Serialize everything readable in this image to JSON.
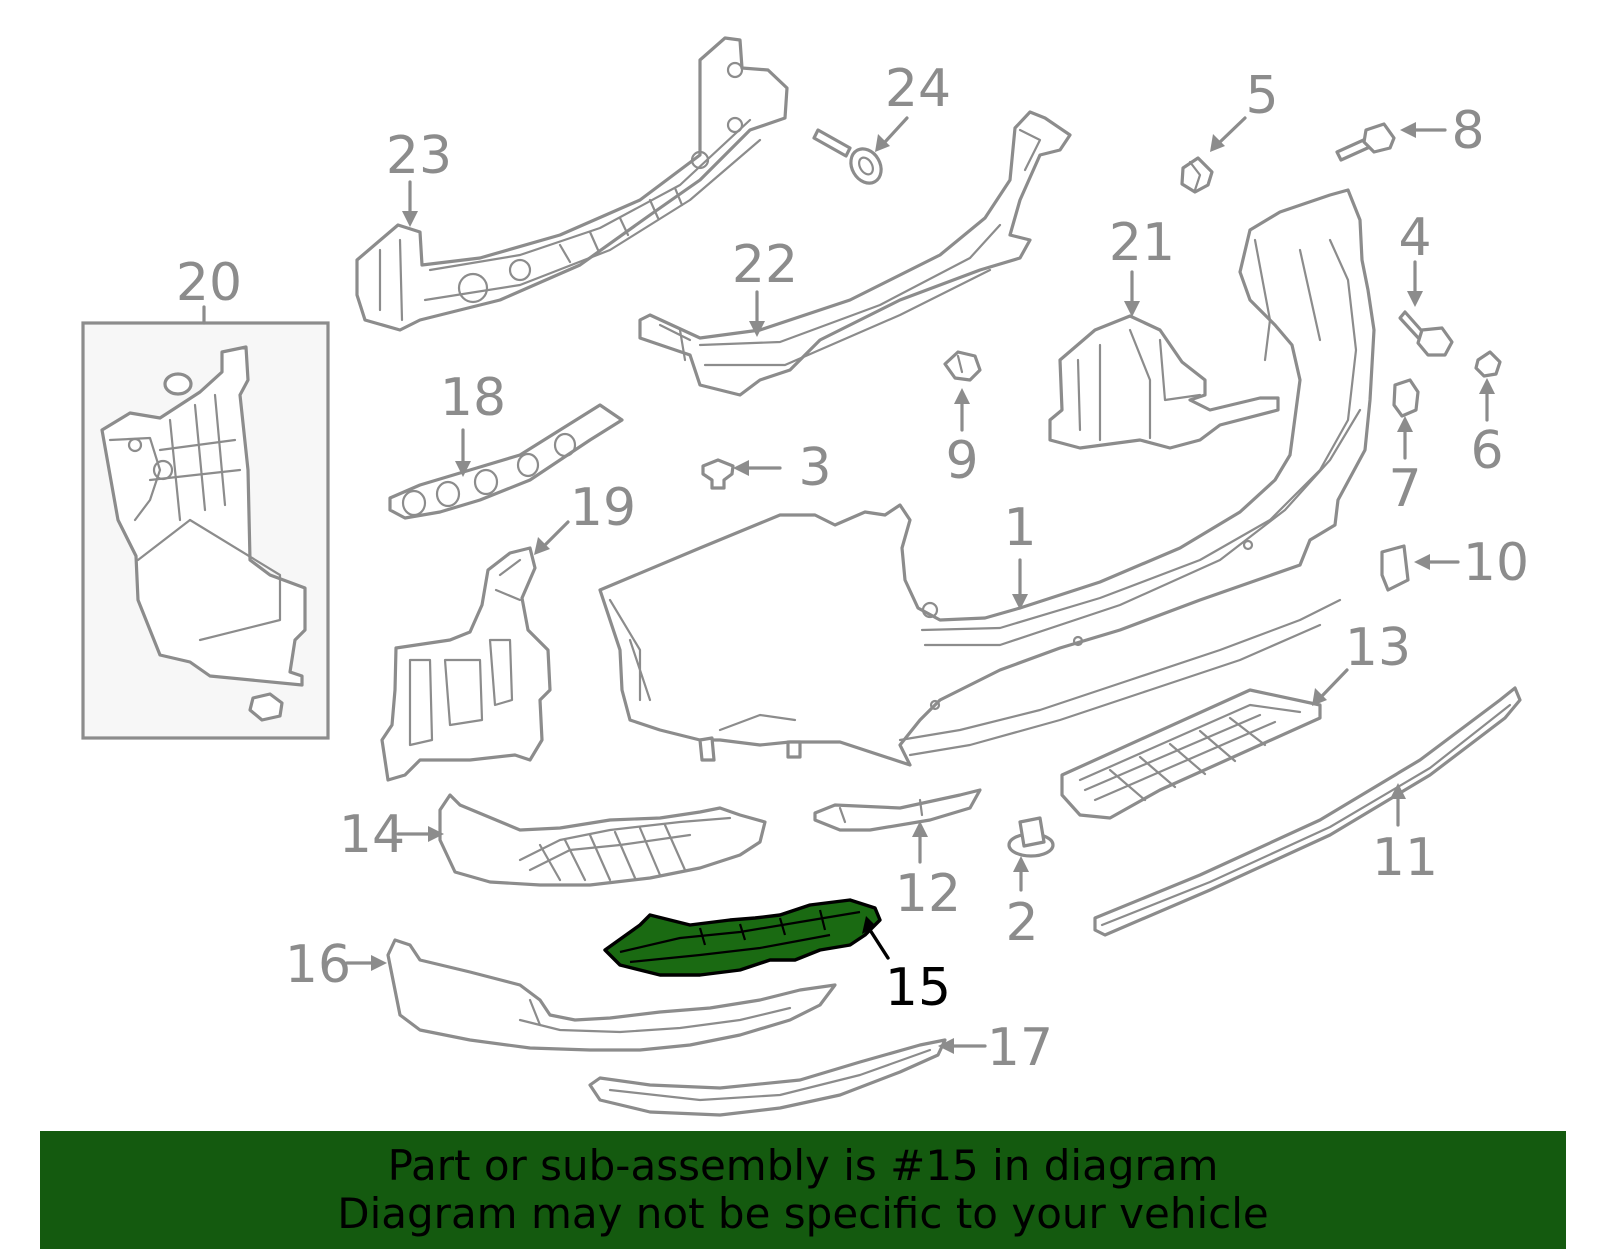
{
  "diagram": {
    "highlighted_part": "15",
    "highlight_color": "#1a6a12",
    "line_color": "#8c8c8c",
    "callouts": [
      {
        "id": "c1",
        "label": "1"
      },
      {
        "id": "c2",
        "label": "2"
      },
      {
        "id": "c3",
        "label": "3"
      },
      {
        "id": "c4",
        "label": "4"
      },
      {
        "id": "c5",
        "label": "5"
      },
      {
        "id": "c6",
        "label": "6"
      },
      {
        "id": "c7",
        "label": "7"
      },
      {
        "id": "c8",
        "label": "8"
      },
      {
        "id": "c9",
        "label": "9"
      },
      {
        "id": "c10",
        "label": "10"
      },
      {
        "id": "c11",
        "label": "11"
      },
      {
        "id": "c12",
        "label": "12"
      },
      {
        "id": "c13",
        "label": "13"
      },
      {
        "id": "c14",
        "label": "14"
      },
      {
        "id": "c15",
        "label": "15"
      },
      {
        "id": "c16",
        "label": "16"
      },
      {
        "id": "c17",
        "label": "17"
      },
      {
        "id": "c18",
        "label": "18"
      },
      {
        "id": "c19",
        "label": "19"
      },
      {
        "id": "c20",
        "label": "20"
      },
      {
        "id": "c21",
        "label": "21"
      },
      {
        "id": "c22",
        "label": "22"
      },
      {
        "id": "c23",
        "label": "23"
      },
      {
        "id": "c24",
        "label": "24"
      }
    ]
  },
  "banner": {
    "background": "#145a0f",
    "line1": "Part or sub-assembly is #15 in diagram",
    "line2": "Diagram may not be specific to your vehicle"
  }
}
